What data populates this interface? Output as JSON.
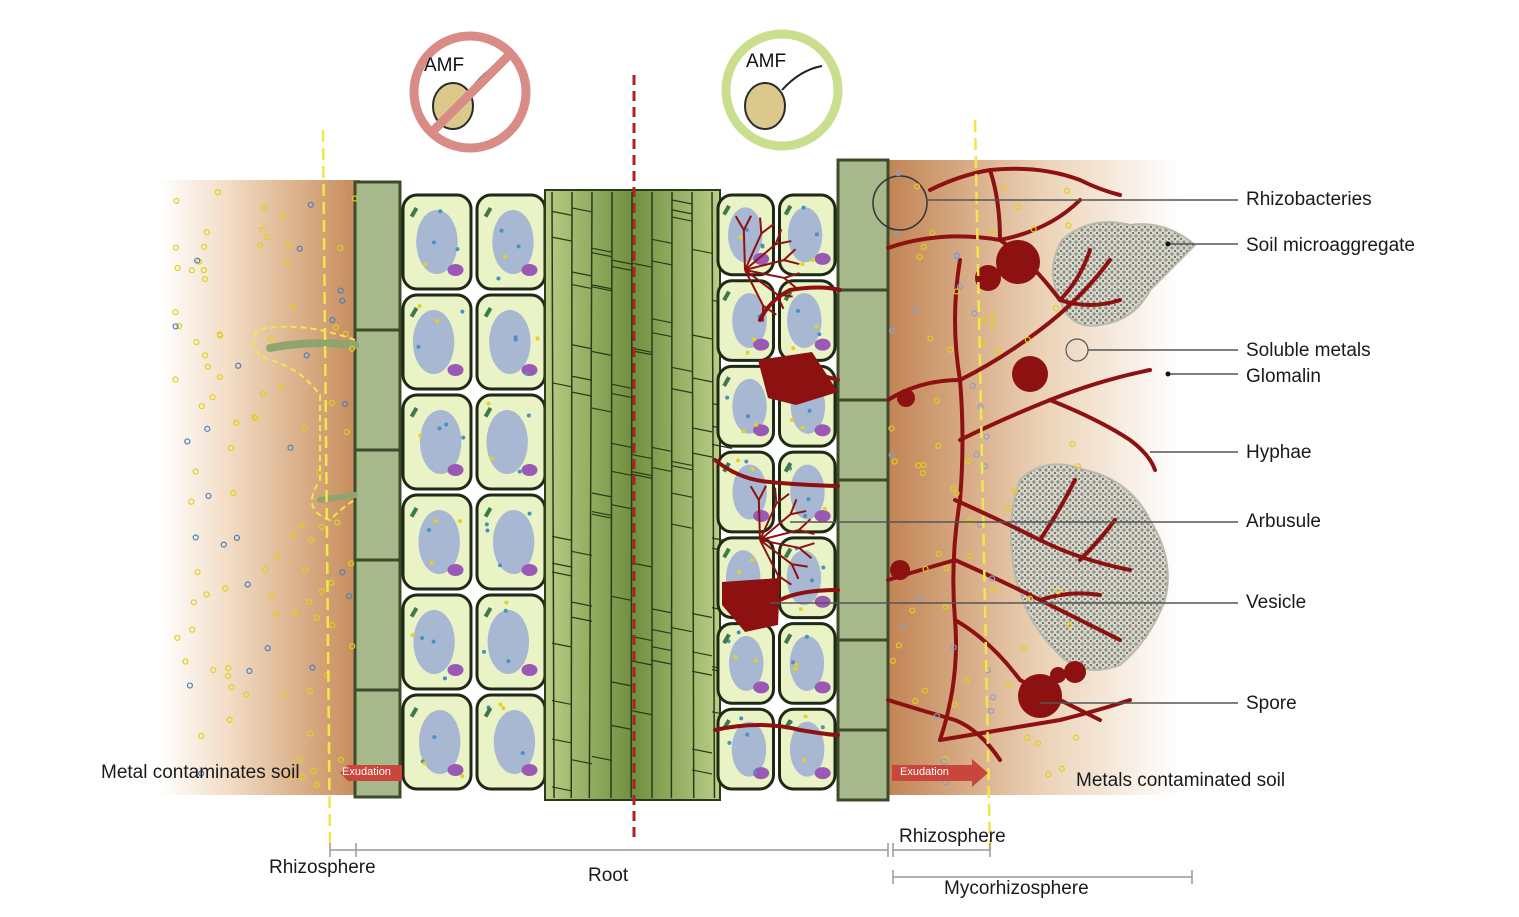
{
  "amf_badges": {
    "without": "AMF",
    "with": "AMF"
  },
  "callouts": {
    "rhizobacteries": "Rhizobacteries",
    "soil_microaggregate": "Soil microaggregate",
    "soluble_metals": "Soluble metals",
    "glomalin": "Glomalin",
    "hyphae": "Hyphae",
    "arbusule": "Arbusule",
    "vesicle": "Vesicle",
    "spore": "Spore"
  },
  "soil_labels": {
    "left": "Metal contaminates soil",
    "right": "Metals contaminated soil"
  },
  "exudation": {
    "left": "Exudation",
    "right": "Exudation"
  },
  "zones": {
    "rhizosphere_left": "Rhizosphere",
    "root": "Root",
    "rhizosphere_right": "Rhizosphere",
    "mycorhizosphere": "Mycorhizosphere"
  },
  "colors": {
    "soil": "#c08a5c",
    "epidermis": "#a9b98a",
    "cortex_cell": "#e9f3c6",
    "nucleus": "#a8b7d2",
    "vascular": "#7f9d4e",
    "fungus": "#8d1111",
    "no_amf_ring": "#d98c86",
    "amf_ring": "#c9df8e",
    "dashed_line": "#f2e74a"
  }
}
